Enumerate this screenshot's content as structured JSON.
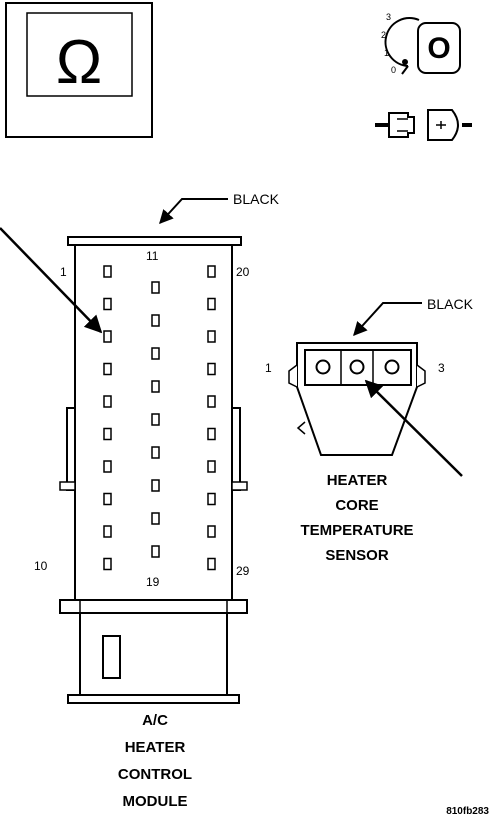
{
  "ohm_symbol": "Ω",
  "ignition_key": {
    "positions": [
      "3",
      "2",
      "1",
      "0"
    ],
    "key_letter": "O"
  },
  "module_connector": {
    "color_label": "BLACK",
    "pin_labels": {
      "first_row_top": "1",
      "first_row_bottom": "10",
      "middle_top": "11",
      "middle_bottom": "19",
      "last_row_top": "20",
      "last_row_bottom": "29"
    },
    "title_lines": [
      "A/C",
      "HEATER",
      "CONTROL",
      "MODULE"
    ]
  },
  "sensor_connector": {
    "color_label": "BLACK",
    "pin_left": "1",
    "pin_right": "3",
    "title_lines": [
      "HEATER",
      "CORE",
      "TEMPERATURE",
      "SENSOR"
    ]
  },
  "figure_id": "810fb283"
}
